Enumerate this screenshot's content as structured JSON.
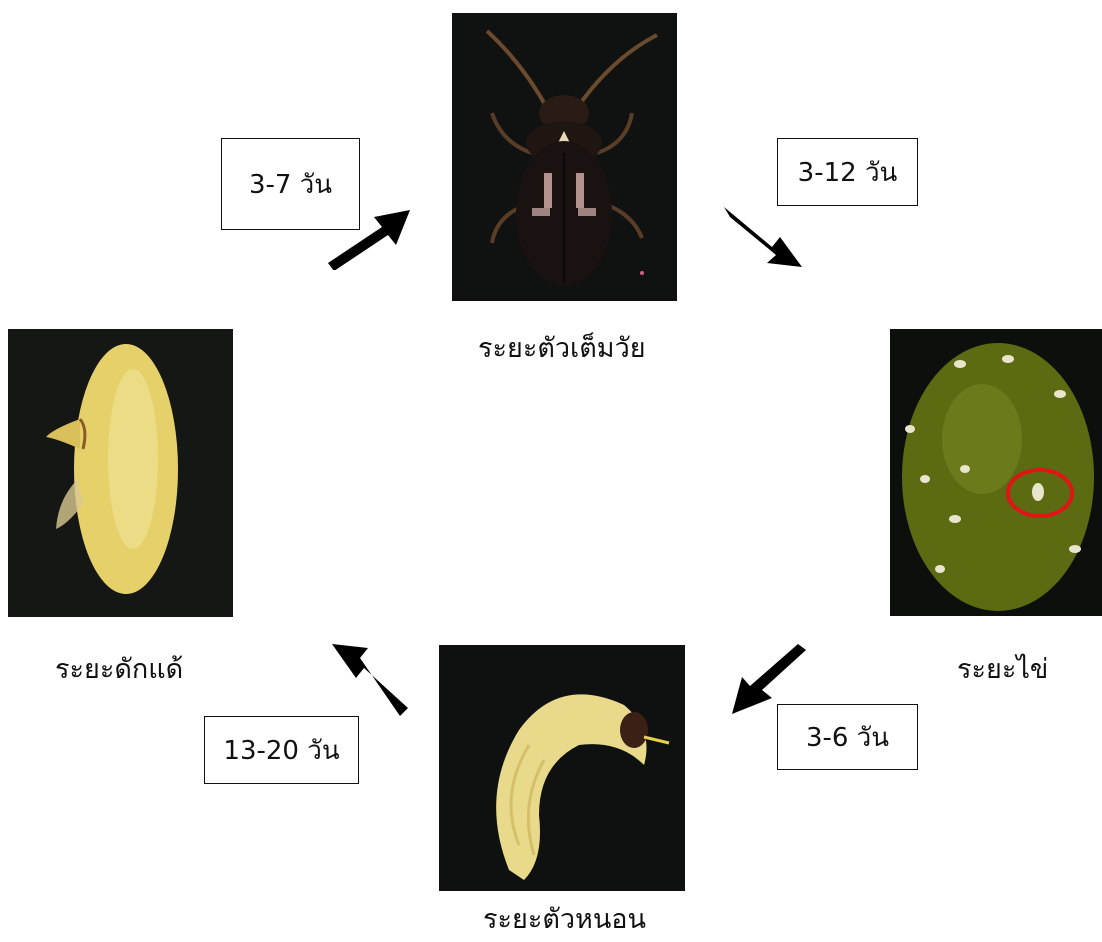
{
  "stages": {
    "adult": {
      "label": "ระยะตัวเต็มวัย",
      "image": "adult-beetle-photo"
    },
    "egg": {
      "label": "ระยะไข่",
      "image": "eggs-on-seed-photo"
    },
    "larva": {
      "label": "ระยะตัวหนอน",
      "image": "larva-photo"
    },
    "pupa": {
      "label": "ระยะดักแด้",
      "image": "pupa-photo"
    }
  },
  "durations": {
    "adult_to_egg": "3-12 วัน",
    "egg_to_larva": "3-6 วัน",
    "larva_to_pupa": "13-20 วัน",
    "pupa_to_adult": "3-7 วัน"
  },
  "colors": {
    "arrow": "#000000",
    "highlight_circle": "#e01515",
    "photo_bg": "#0f1110"
  }
}
